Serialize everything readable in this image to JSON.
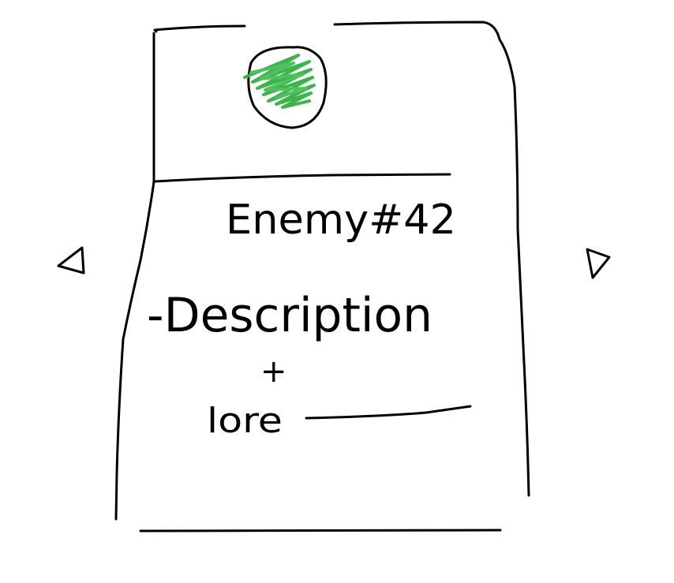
{
  "card": {
    "title": "Enemy#42",
    "description": "-Description",
    "plus": "+",
    "lore": "lore"
  },
  "icons": {
    "avatar": "green-scribble-circle",
    "prev": "left-triangle-arrow",
    "next": "right-triangle-arrow"
  },
  "colors": {
    "ink": "#000000",
    "scribble": "#3cb44b",
    "background": "#ffffff"
  }
}
